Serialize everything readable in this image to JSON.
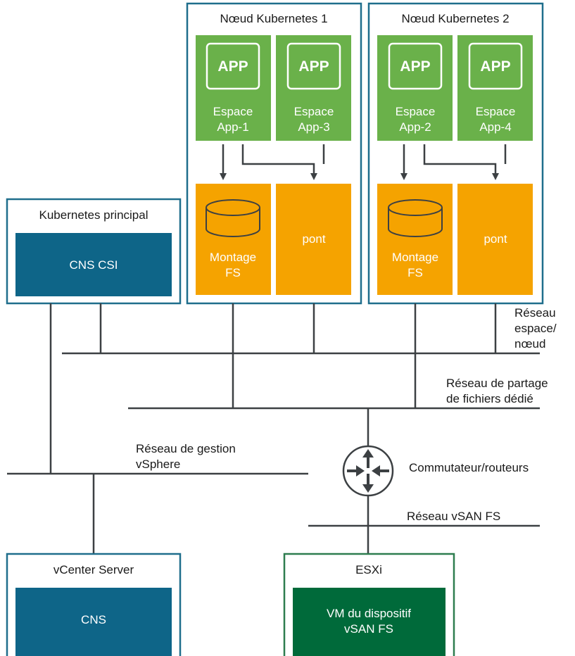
{
  "colors": {
    "node_border": "#1f6e8c",
    "app_green": "#6ab14a",
    "orange": "#f5a300",
    "cns_blue": "#0e6588",
    "esxi_green": "#006a3a",
    "esxi_border": "#2e7d4f",
    "line": "#3c4043"
  },
  "nodes": [
    {
      "title": "Nœud Kubernetes 1",
      "pods": [
        {
          "app": "APP",
          "line1": "Espace",
          "line2": "App-1"
        },
        {
          "app": "APP",
          "line1": "Espace",
          "line2": "App-3"
        }
      ],
      "mount": {
        "line1": "Montage",
        "line2": "FS"
      },
      "bridge": "pont"
    },
    {
      "title": "Nœud Kubernetes 2",
      "pods": [
        {
          "app": "APP",
          "line1": "Espace",
          "line2": "App-2"
        },
        {
          "app": "APP",
          "line1": "Espace",
          "line2": "App-4"
        }
      ],
      "mount": {
        "line1": "Montage",
        "line2": "FS"
      },
      "bridge": "pont"
    }
  ],
  "k8s_master": {
    "title": "Kubernetes principal",
    "component": "CNS CSI"
  },
  "vcenter": {
    "title": "vCenter Server",
    "component": "CNS"
  },
  "esxi": {
    "title": "ESXi",
    "vm_line1": "VM du dispositif",
    "vm_line2": "vSAN FS"
  },
  "networks": {
    "pod_node": [
      "Réseau",
      "espace/",
      "nœud"
    ],
    "file_share": [
      "Réseau de partage",
      "de fichiers dédié"
    ],
    "mgmt": [
      "Réseau de gestion",
      "vSphere"
    ],
    "switch": "Commutateur/routeurs",
    "vsan": "Réseau vSAN FS"
  },
  "icons": {
    "disk": "disk-cylinder-icon",
    "router": "router-icon",
    "arrow": "arrow-down-icon"
  }
}
